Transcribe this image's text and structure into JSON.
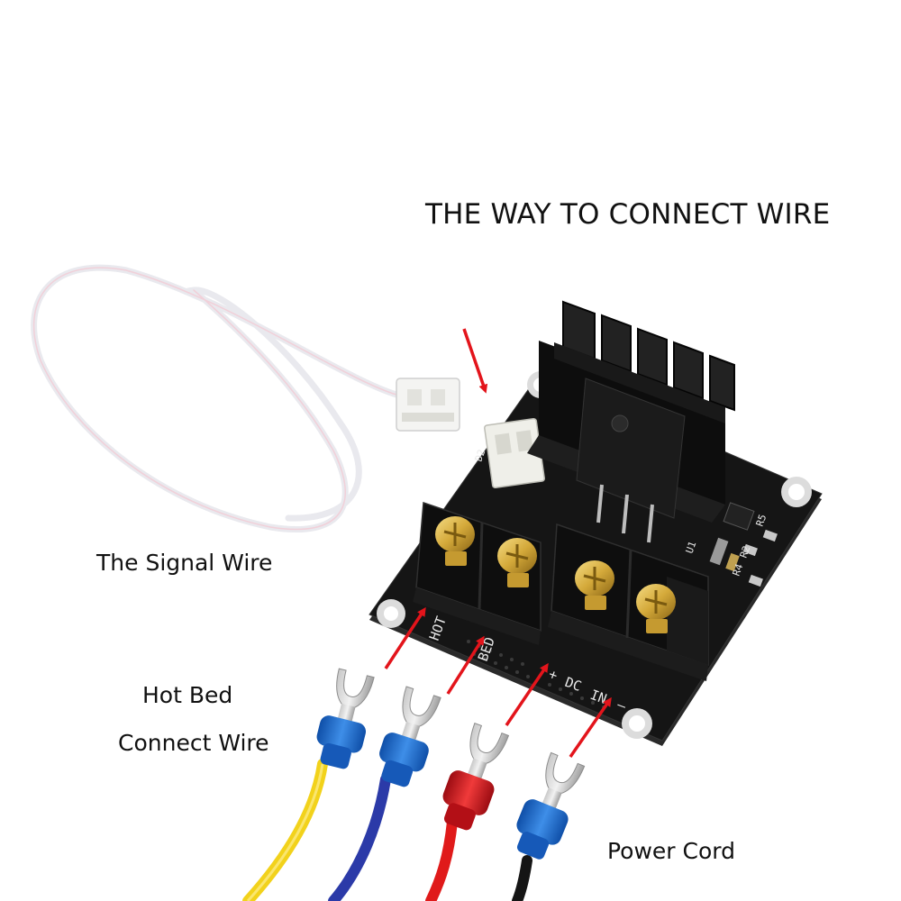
{
  "title": "THE WAY TO CONNECT WIRE",
  "labels": {
    "signal_wire": "The Signal Wire",
    "hot_bed_line1": "Hot Bed",
    "hot_bed_line2": "Connect Wire",
    "power_cord": "Power Cord"
  },
  "board_markings": {
    "hot": "HOT",
    "bed": "BED",
    "plus": "+",
    "dc": "DC",
    "in": "IN",
    "minus": "–",
    "r5": "R5",
    "r2": "R2",
    "r4": "R4",
    "u1": "U1",
    "d2": "D2"
  },
  "colors": {
    "arrow": "#e3141b",
    "board": "#141414",
    "wire_yellow": "#f2d21b",
    "wire_blue": "#2b3aa8",
    "wire_red": "#e01a1a",
    "wire_black": "#151515",
    "terminal_blue": "#1f6fd1",
    "terminal_red": "#d3121c",
    "screw_gold": "#d4a93a"
  }
}
